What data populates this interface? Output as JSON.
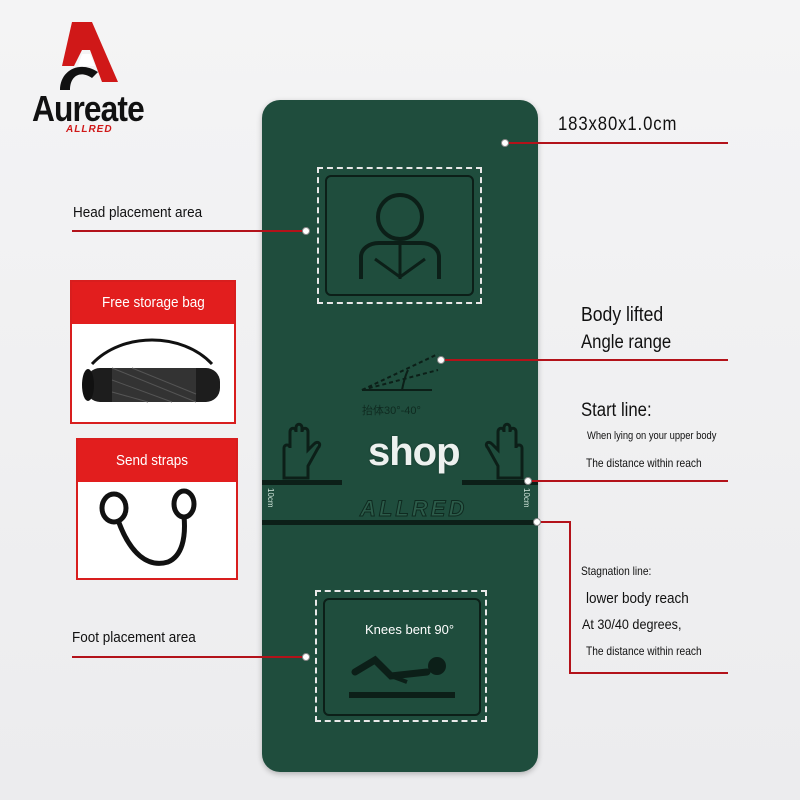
{
  "brand": {
    "name": "Aureate",
    "sub": "ALLRED"
  },
  "dimensions": "183x80x1.0cm",
  "labels": {
    "head": "Head placement area",
    "foot": "Foot placement area",
    "body_lifted": "Body lifted",
    "angle_range": "Angle range",
    "start_line": "Start line:",
    "start_sub1": "When lying on your upper body",
    "start_sub2": "The distance within reach",
    "stagnation": "Stagnation line:",
    "stag_sub1": "lower body reach",
    "stag_sub2": "At 30/40 degrees,",
    "stag_sub3": "The distance within reach"
  },
  "cards": {
    "storage": "Free storage bag",
    "straps": "Send straps"
  },
  "mat": {
    "angle_text": "抬体30°-40°",
    "knees": "Knees bent 90°",
    "measure": "10cm",
    "watermark": "shop",
    "watermark_brand": "ALLRED"
  },
  "colors": {
    "mat": "#1f4d3d",
    "accent": "#e21e1e",
    "line": "#b3121a"
  }
}
